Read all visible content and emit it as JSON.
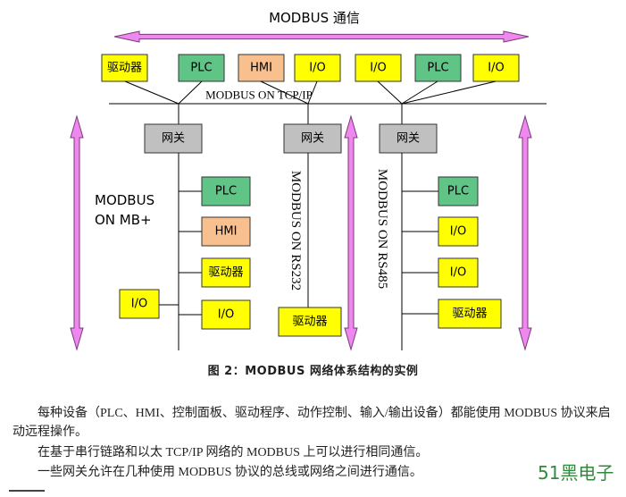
{
  "diagram": {
    "title": "MODBUS 通信",
    "top_bus_label": "MODBUS ON TCP/IP",
    "top_devices": [
      {
        "label": "驱动器",
        "color": "#ffff00"
      },
      {
        "label": "PLC",
        "color": "#5fc486"
      },
      {
        "label": "HMI",
        "color": "#f7c08e"
      },
      {
        "label": "I/O",
        "color": "#ffff00"
      },
      {
        "label": "I/O",
        "color": "#ffff00"
      },
      {
        "label": "PLC",
        "color": "#5fc486"
      },
      {
        "label": "I/O",
        "color": "#ffff00"
      }
    ],
    "gateways": [
      {
        "label": "网关"
      },
      {
        "label": "网关"
      },
      {
        "label": "网关"
      }
    ],
    "networks": {
      "mb_plus": "MODBUS\nON MB+",
      "rs232": "MODBUS ON RS232",
      "rs485": "MODBUS ON RS485"
    },
    "left_branch": [
      {
        "label": "PLC",
        "color": "#5fc486"
      },
      {
        "label": "HMI",
        "color": "#f7c08e"
      },
      {
        "label": "驱动器",
        "color": "#ffff00"
      },
      {
        "label": "I/O",
        "color": "#ffff00"
      }
    ],
    "left_extra_io": {
      "label": "I/O",
      "color": "#ffff00"
    },
    "mid_branch": [
      {
        "label": "驱动器",
        "color": "#ffff00"
      }
    ],
    "right_branch": [
      {
        "label": "PLC",
        "color": "#5fc486"
      },
      {
        "label": "I/O",
        "color": "#ffff00"
      },
      {
        "label": "I/O",
        "color": "#ffff00"
      },
      {
        "label": "驱动器",
        "color": "#ffff00"
      }
    ],
    "arrow_color": "#ee88ee",
    "gateway_color": "#c0c0c0"
  },
  "caption": "图 2：MODBUS 网络体系结构的实例",
  "paragraphs": [
    "每种设备（PLC、HMI、控制面板、驱动程序、动作控制、输入/输出设备）都能使用 MODBUS 协议来启动远程操作。",
    "在基于串行链路和以太 TCP/IP 网络的 MODBUS 上可以进行相同通信。",
    "一些网关允许在几种使用 MODBUS 协议的总线或网络之间进行通信。"
  ],
  "watermark": "51黑电子"
}
